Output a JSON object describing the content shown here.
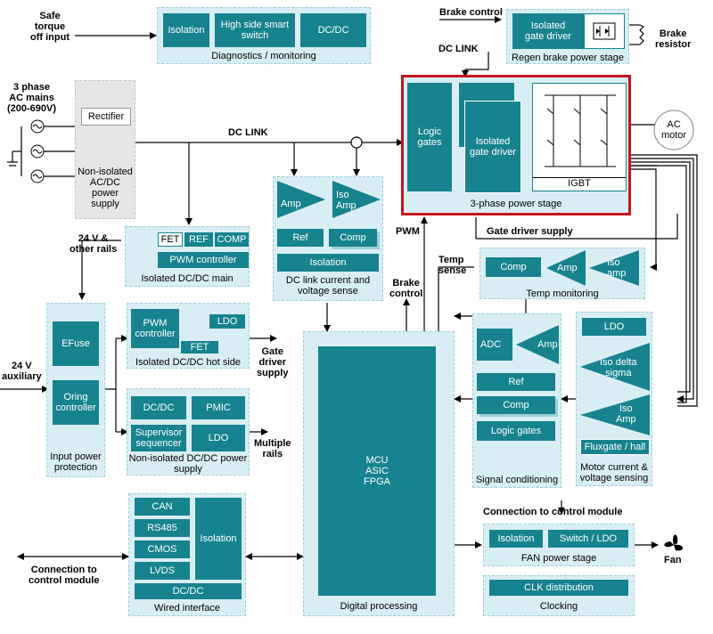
{
  "labels": {
    "safe_torque": "Safe\ntorque\noff input",
    "brake_control_top": "Brake control",
    "brake_resistor": "Brake\nresistor",
    "dc_link_top": "DC LINK",
    "three_phase": "3 phase\nAC mains\n(200-690V)",
    "dc_link_main": "DC LINK",
    "ac_motor": "AC\nmotor",
    "pwm": "PWM",
    "gate_driver_supply_right": "Gate driver supply",
    "rails_24v": "24 V &\nother rails",
    "temp_sense": "Temp\nsense",
    "brake_control_mid": "Brake\ncontrol",
    "aux_24v": "24 V\nauxiliary",
    "gate_driver_supply_left": "Gate\ndriver\nsupply",
    "multiple_rails": "Multiple\nrails",
    "conn_control_right": "Connection to control module",
    "conn_control_left": "Connection to\ncontrol module",
    "fan": "Fan"
  },
  "diagnostics": {
    "caption": "Diagnostics / monitoring",
    "isolation": "Isolation",
    "hs_switch": "High side smart\nswitch",
    "dcdc": "DC/DC"
  },
  "regen": {
    "caption": "Regen brake power stage",
    "gate_driver": "Isolated\ngate driver"
  },
  "rectifier": {
    "caption": "Non-isolated\nAC/DC\npower\nsupply",
    "label": "Rectifier"
  },
  "power_stage": {
    "caption": "3-phase power stage",
    "logic_gates": "Logic\ngates",
    "gate_driver": "Isolated\ngate driver",
    "igbt": "IGBT"
  },
  "dclink_sense": {
    "caption": "DC link current and\nvoltage sense",
    "amp": "Amp",
    "iso_amp": "Iso\nAmp",
    "ref": "Ref",
    "comp": "Comp",
    "isolation": "Isolation"
  },
  "iso_dcdc_main": {
    "caption": "Isolated DC/DC main",
    "fet": "FET",
    "ref": "REF",
    "comp": "COMP",
    "pwm": "PWM controller"
  },
  "temp_mon": {
    "caption": "Temp monitoring",
    "comp": "Comp",
    "amp": "Amp",
    "iso_amp": "Iso\namp"
  },
  "input_prot": {
    "caption": "Input power\nprotection",
    "efuse": "EFuse",
    "oring": "Oring\ncontroller"
  },
  "iso_hot": {
    "caption": "Isolated DC/DC hot side",
    "pwm": "PWM\ncontroller",
    "ldo": "LDO",
    "fet": "FET"
  },
  "non_iso": {
    "caption": "Non-isolated DC/DC power\nsupply",
    "dcdc": "DC/DC",
    "pmic": "PMIC",
    "supervisor": "Supervisor\nsequencer",
    "ldo": "LDO"
  },
  "digital": {
    "caption": "Digital processing",
    "mcu": "MCU\nASIC\nFPGA"
  },
  "signal_cond": {
    "caption": "Signal conditioning",
    "adc": "ADC",
    "amp": "Amp",
    "ref": "Ref",
    "comp": "Comp",
    "logic": "Logic gates"
  },
  "motor_sense": {
    "caption": "Motor current &\nvoltage sensing",
    "ldo": "LDO",
    "iso_delta": "Iso delta\nsigma",
    "iso_amp": "Iso\nAmp",
    "flux": "Fluxgate / hall"
  },
  "wired": {
    "caption": "Wired interface",
    "can": "CAN",
    "rs485": "RS485",
    "cmos": "CMOS",
    "lvds": "LVDS",
    "isolation": "Isolation",
    "dcdc": "DC/DC"
  },
  "fan_stage": {
    "caption": "FAN power stage",
    "isolation": "Isolation",
    "switch": "Switch / LDO"
  },
  "clocking": {
    "caption": "Clocking",
    "clk": "CLK distribution"
  },
  "colors": {
    "teal": "#17838f",
    "panel": "#d9eef4",
    "highlight": "#c4161c"
  }
}
